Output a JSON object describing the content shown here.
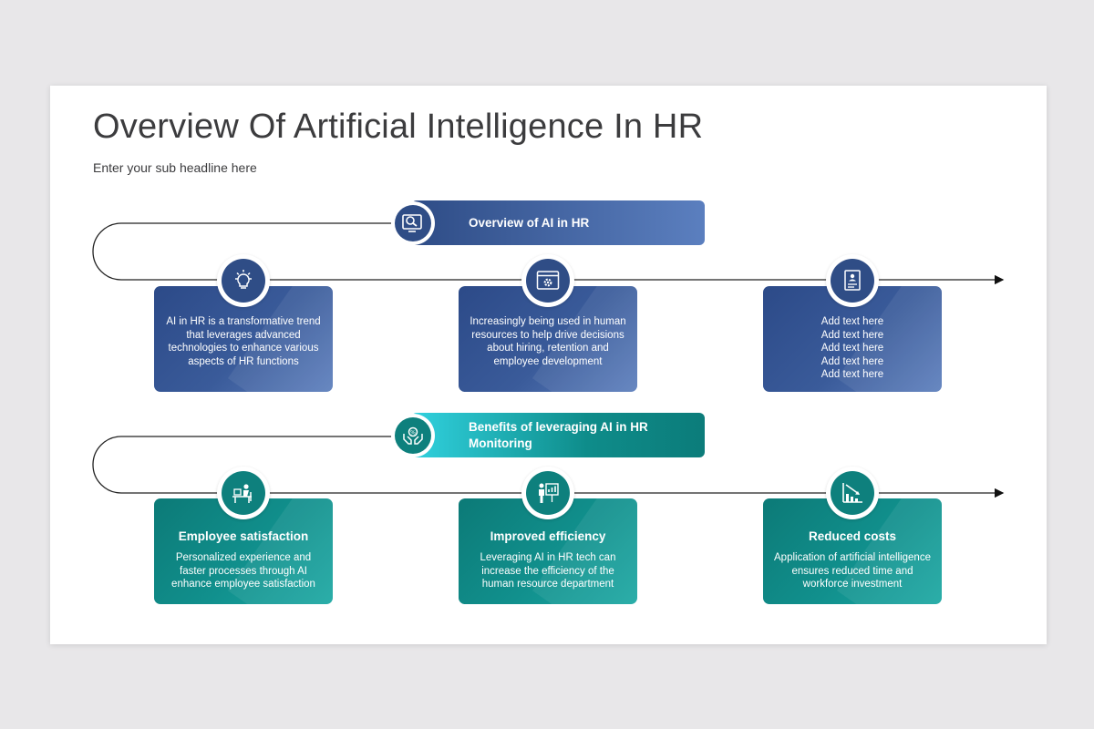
{
  "slide": {
    "title": "Overview Of Artificial Intelligence In HR",
    "subtitle": "Enter your sub headline here"
  },
  "section1": {
    "banner": "Overview of AI in HR",
    "banner_icon": "monitor-search-icon",
    "cards": [
      {
        "icon": "lightbulb-icon",
        "text": "AI in HR is a transformative trend that leverages advanced technologies to enhance various aspects of HR functions"
      },
      {
        "icon": "browser-gear-icon",
        "text": "Increasingly being used in human resources to help drive decisions about hiring, retention and employee development"
      },
      {
        "icon": "document-user-icon",
        "text": "Add text here\nAdd text here\nAdd text here\nAdd text here\nAdd text here"
      }
    ]
  },
  "section2": {
    "banner": "Benefits of leveraging AI in HR Monitoring",
    "banner_icon": "hands-coin-icon",
    "cards": [
      {
        "icon": "desk-worker-icon",
        "title": "Employee satisfaction",
        "text": "Personalized experience and faster processes through AI enhance employee satisfaction"
      },
      {
        "icon": "presenter-chart-icon",
        "title": "Improved efficiency",
        "text": "Leveraging AI in HR tech can increase the efficiency of the human resource department"
      },
      {
        "icon": "declining-chart-icon",
        "title": "Reduced costs",
        "text": "Application of artificial intelligence ensures reduced time and workforce investment"
      }
    ]
  },
  "colors": {
    "blue": "#2f4d86",
    "teal": "#0e807d",
    "banner_teal_light": "#31d2df"
  }
}
